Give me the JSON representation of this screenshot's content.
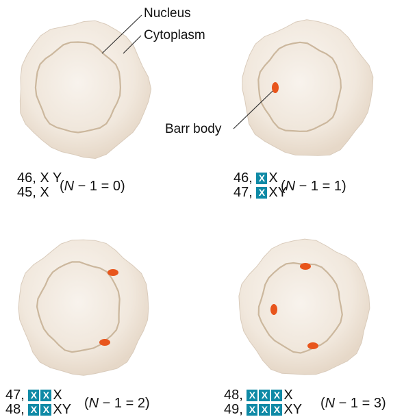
{
  "colors": {
    "cytoplasm": "#f2ebe2",
    "cytoplasm_edge": "#d9cbbb",
    "nuclear_membrane": "#cbb79d",
    "barr_body": "#e8551c",
    "inactive_x_box": "#0f8aa6",
    "leader_line": "#333333"
  },
  "labels": {
    "nucleus": "Nucleus",
    "cytoplasm": "Cytoplasm",
    "barr_body": "Barr body"
  },
  "panels": [
    {
      "barr_bodies": 0,
      "line1_prefix": "46,",
      "line1_boxes": 0,
      "line1_suffix": "X Y",
      "line2_prefix": "45,",
      "line2_boxes": 0,
      "line2_suffix": "X",
      "formula_n": "N",
      "formula_rest": " − 1 = 0)"
    },
    {
      "barr_bodies": 1,
      "line1_prefix": "46,",
      "line1_boxes": 1,
      "line1_suffix": "X",
      "line2_prefix": "47,",
      "line2_boxes": 1,
      "line2_suffix": "XY",
      "formula_n": "N",
      "formula_rest": " − 1 = 1)"
    },
    {
      "barr_bodies": 2,
      "line1_prefix": "47,",
      "line1_boxes": 2,
      "line1_suffix": "X",
      "line2_prefix": "48,",
      "line2_boxes": 2,
      "line2_suffix": "XY",
      "formula_n": "N",
      "formula_rest": " − 1 = 2)"
    },
    {
      "barr_bodies": 3,
      "line1_prefix": "48,",
      "line1_boxes": 3,
      "line1_suffix": "X",
      "line2_prefix": "49,",
      "line2_boxes": 3,
      "line2_suffix": "XY",
      "formula_n": "N",
      "formula_rest": " − 1 = 3)"
    }
  ],
  "inactive_x_glyph": "X",
  "formula_open": "("
}
